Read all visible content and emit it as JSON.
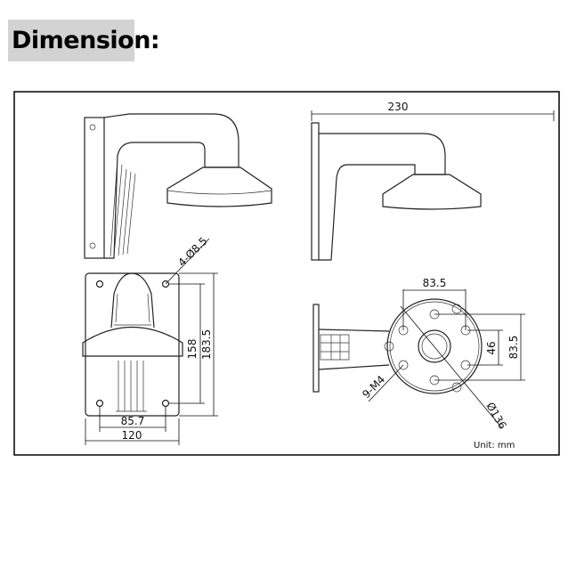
{
  "title": "Dimension:",
  "labels": {
    "width_230": "230",
    "holes_top": "4-Ø8.5",
    "hole_pitch_v": "158",
    "plate_height": "183.5",
    "hole_pitch_h": "85.7",
    "plate_width": "120",
    "bolt_pitch_top": "83.5",
    "bolt_pitch_small": "46",
    "bolt_pitch_right": "83.5",
    "screws": "9-M4",
    "diameter": "Ø136",
    "unit": "Unit:  mm"
  }
}
